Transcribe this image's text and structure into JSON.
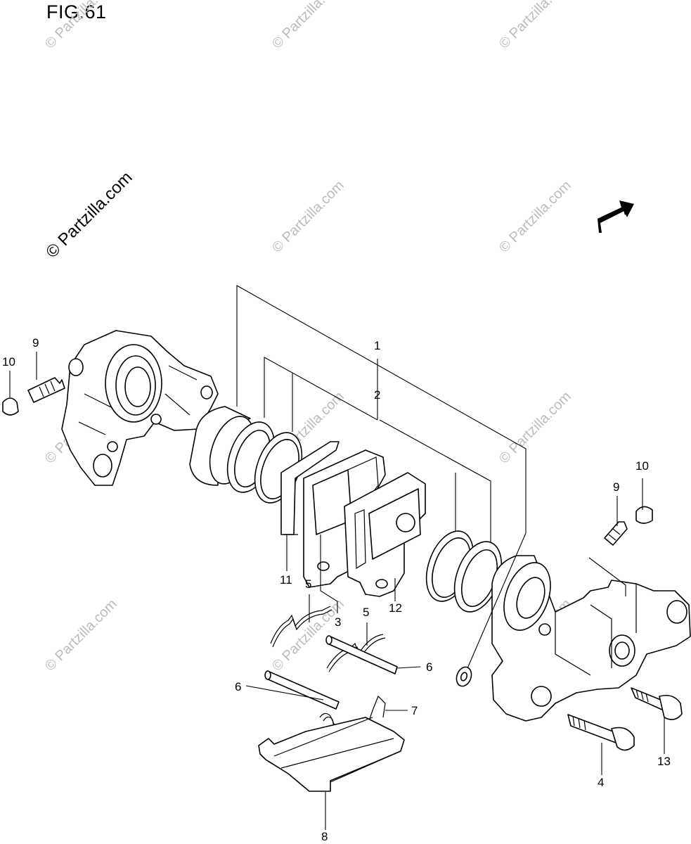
{
  "figure": {
    "title": "FIG.61"
  },
  "direction_arrow": {
    "label": "FWD"
  },
  "watermark": {
    "text": "© Partzilla.com"
  },
  "callouts": [
    {
      "id": "c-1",
      "label": "1"
    },
    {
      "id": "c-2",
      "label": "2"
    },
    {
      "id": "c-3",
      "label": "3"
    },
    {
      "id": "c-4",
      "label": "4"
    },
    {
      "id": "c-5a",
      "label": "5"
    },
    {
      "id": "c-5b",
      "label": "5"
    },
    {
      "id": "c-6a",
      "label": "6"
    },
    {
      "id": "c-6b",
      "label": "6"
    },
    {
      "id": "c-7",
      "label": "7"
    },
    {
      "id": "c-8",
      "label": "8"
    },
    {
      "id": "c-9a",
      "label": "9"
    },
    {
      "id": "c-9b",
      "label": "9"
    },
    {
      "id": "c-10a",
      "label": "10"
    },
    {
      "id": "c-10b",
      "label": "10"
    },
    {
      "id": "c-11",
      "label": "11"
    },
    {
      "id": "c-12",
      "label": "12"
    },
    {
      "id": "c-13",
      "label": "13"
    }
  ]
}
